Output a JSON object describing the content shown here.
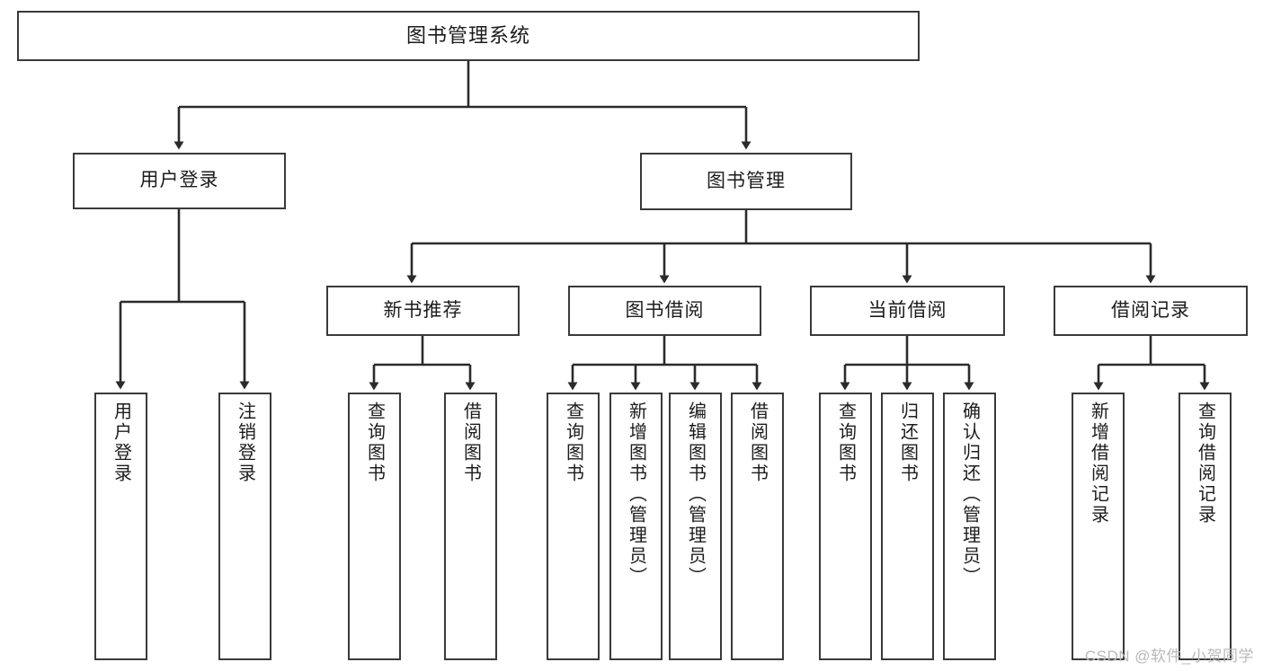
{
  "diagram": {
    "title": "图书管理系统",
    "type": "tree",
    "style": {
      "background": "#ffffff",
      "box_border": "#3a3a3a",
      "box_fill": "#ffffff",
      "line": "#2b2b2b",
      "text": "#1c1c1c"
    },
    "root": {
      "id": "root",
      "label": "图书管理系统"
    },
    "level1": [
      {
        "id": "user-login",
        "label": "用户登录"
      },
      {
        "id": "book-manage",
        "label": "图书管理"
      }
    ],
    "level2": [
      {
        "id": "new-book-rec",
        "label": "新书推荐",
        "parent": "book-manage"
      },
      {
        "id": "book-borrow",
        "label": "图书借阅",
        "parent": "book-manage"
      },
      {
        "id": "current-borrow",
        "label": "当前借阅",
        "parent": "book-manage"
      },
      {
        "id": "borrow-record",
        "label": "借阅记录",
        "parent": "book-manage"
      }
    ],
    "leaves": [
      {
        "id": "leaf-user-login",
        "label": "用户登录",
        "parent": "user-login"
      },
      {
        "id": "leaf-user-logout",
        "label": "注销登录",
        "parent": "user-login"
      },
      {
        "id": "leaf-query-book-1",
        "label": "查询图书",
        "parent": "new-book-rec"
      },
      {
        "id": "leaf-borrow-book-1",
        "label": "借阅图书",
        "parent": "new-book-rec"
      },
      {
        "id": "leaf-query-book-2",
        "label": "查询图书",
        "parent": "book-borrow"
      },
      {
        "id": "leaf-add-book",
        "label": "新增图书（管理员）",
        "parent": "book-borrow"
      },
      {
        "id": "leaf-edit-book",
        "label": "编辑图书（管理员）",
        "parent": "book-borrow"
      },
      {
        "id": "leaf-borrow-book-2",
        "label": "借阅图书",
        "parent": "book-borrow"
      },
      {
        "id": "leaf-query-book-3",
        "label": "查询图书",
        "parent": "current-borrow"
      },
      {
        "id": "leaf-return-book",
        "label": "归还图书",
        "parent": "current-borrow"
      },
      {
        "id": "leaf-confirm-return",
        "label": "确认归还（管理员）",
        "parent": "current-borrow"
      },
      {
        "id": "leaf-add-record",
        "label": "新增借阅记录",
        "parent": "borrow-record"
      },
      {
        "id": "leaf-query-record",
        "label": "查询借阅记录",
        "parent": "borrow-record"
      }
    ]
  },
  "watermark": {
    "text": "CSDN @软件_小贺同学"
  }
}
